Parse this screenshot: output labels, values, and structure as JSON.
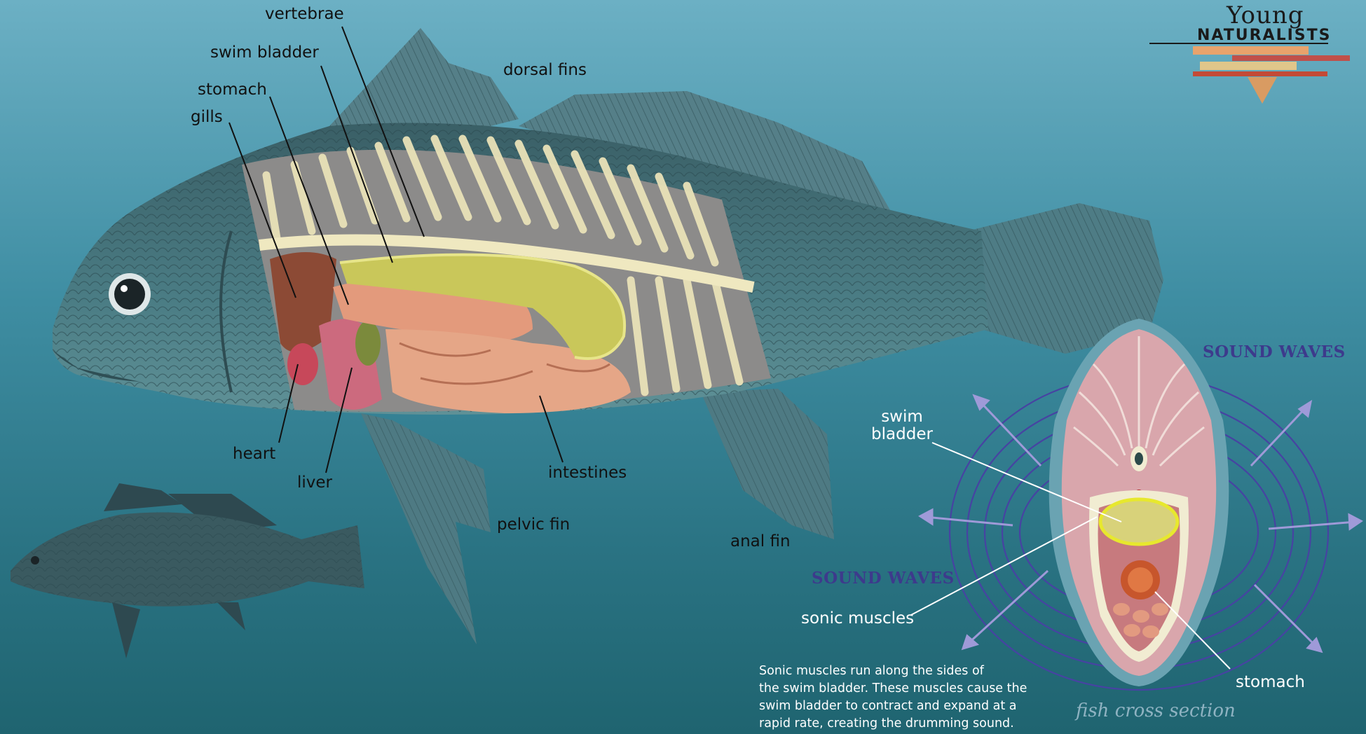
{
  "logo": {
    "line1": "Young",
    "line2": "NATURALISTS"
  },
  "fish_labels": {
    "vertebrae": "vertebrae",
    "swim_bladder": "swim bladder",
    "stomach": "stomach",
    "gills": "gills",
    "dorsal_fins": "dorsal fins",
    "heart": "heart",
    "liver": "liver",
    "intestines": "intestines",
    "pelvic_fin": "pelvic fin",
    "anal_fin": "anal fin"
  },
  "cross_section": {
    "title": "fish cross section",
    "sound_waves_right": "SOUND WAVES",
    "sound_waves_left": "SOUND WAVES",
    "swim_bladder_line1": "swim",
    "swim_bladder_line2": "bladder",
    "sonic_muscles": "sonic muscles",
    "stomach": "stomach"
  },
  "caption": {
    "line1": "Sonic muscles run along the sides of",
    "line2": "the swim bladder. These muscles cause the",
    "line3": "swim bladder to contract and expand at a",
    "line4": "rapid rate, creating the drumming sound."
  },
  "colors": {
    "water_top": "#6cb0c4",
    "water_bottom": "#1f6470",
    "fish_body": "#3f6b72",
    "swim_bladder": "#c9c75a",
    "wave_lines": "#3d3a8c"
  }
}
